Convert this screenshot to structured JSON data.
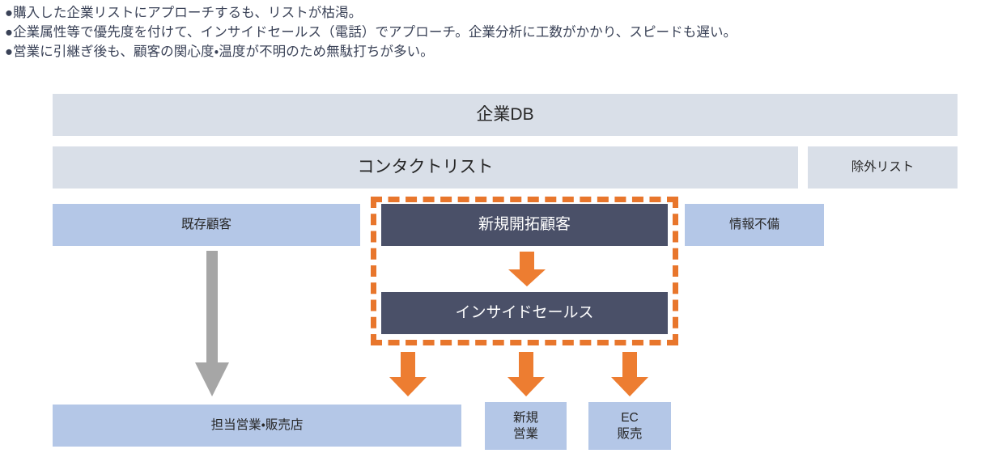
{
  "bullets": {
    "items": [
      "●購入した企業リストにアプローチするも、リストが枯渇。",
      "●企業属性等で優先度を付けて、インサイドセールス（電話）でアプローチ。企業分析に工数がかかり、スピードも遅い。",
      "●営業に引継ぎ後も、顧客の関心度・温度が不明のため無駄打ちが多い。"
    ]
  },
  "diagram": {
    "boxes": {
      "company_db": "企業DB",
      "contact_list": "コンタクトリスト",
      "exclusion_list": "除外リスト",
      "existing_customers": "既存顧客",
      "new_prospects": "新規開拓顧客",
      "incomplete_info": "情報不備",
      "inside_sales": "インサイドセールス",
      "sales_rep_store": "担当営業・販売店",
      "new_sales": "新規\n営業",
      "ec_sales": "EC\n販売"
    },
    "arrows": {
      "existing_to_rep": "down-arrow-gray",
      "prospects_to_inside_sales": "down-arrow-orange",
      "inside_sales_to_rep": "down-arrow-orange",
      "inside_sales_to_new_sales": "down-arrow-orange",
      "inside_sales_to_ec": "down-arrow-orange"
    },
    "highlight": {
      "name": "inside-sales-focus-frame",
      "style": "dashed"
    },
    "colors": {
      "tier_top_fill": "#d9dfe8",
      "tier_mid_fill": "#b4c7e7",
      "dark_fill": "#4a5068",
      "accent_orange": "#e8762c",
      "arrow_gray": "#a6a6a6",
      "text_dark": "#262626",
      "bullet_text": "#3a4257"
    }
  }
}
